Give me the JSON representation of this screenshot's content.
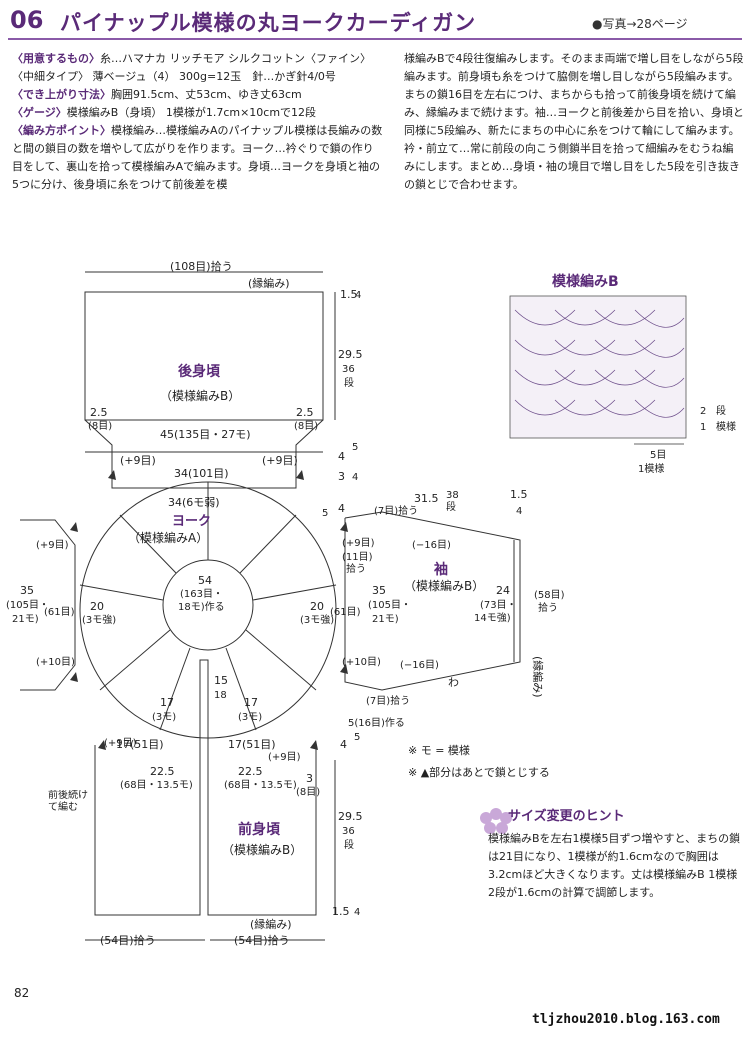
{
  "header": {
    "number": "06",
    "title": "パイナップル模様の丸ヨークカーディガン",
    "photo_ref": "●写真→28ページ"
  },
  "body_left": [
    {
      "label": "〈用意するもの〉",
      "text": "糸…ハマナカ リッチモア シルクコットン〈ファイン〉〈中細タイプ〉 薄ベージュ（4） 300g=12玉　針…かぎ針4/0号"
    },
    {
      "label": "〈でき上がり寸法〉",
      "text": "胸囲91.5cm、丈53cm、ゆき丈63cm"
    },
    {
      "label": "〈ゲージ〉",
      "text": "模様編みB（身頃） 1模様が1.7cm×10cmで12段"
    },
    {
      "label": "〈編み方ポイント〉",
      "text": "模様編み…模様編みAのパイナップル模様は長編みの数と間の鎖目の数を増やして広がりを作ります。ヨーク…衿ぐりで鎖の作り目をして、裏山を拾って模様編みAで編みます。身頃…ヨークを身頃と袖の5つに分け、後身頃に糸をつけて前後差を模"
    }
  ],
  "body_right": "様編みBで4段往復編みします。そのまま両端で増し目をしながら5段編みます。前身頃も糸をつけて脇側を増し目しながら5段編みます。まちの鎖16目を左右につけ、まちからも拾って前後身頃を続けて編み、縁編みまで続けます。袖…ヨークと前後差から目を拾い、身頃と同様に5段編み、新たにまちの中心に糸をつけて輪にして編みます。衿・前立て…常に前段の向こう側鎖半目を拾って細編みをむうね編みにします。まとめ…身頃・袖の境目で増し目をした5段を引き抜きの鎖とじで合わせます。",
  "diagram": {
    "back": {
      "name": "後身頃",
      "pattern": "（模様編みB）",
      "top_pick": "(108目)拾う",
      "edge": "(縁編み)",
      "h1": "1.5",
      "h1r": "4",
      "h2": "29.5",
      "h2r": "36",
      "dan": "段",
      "side": "2.5",
      "side_st": "(8目)",
      "mid": "45(135目・27モ)",
      "inc": "(+9目)",
      "bottom": "34(101目)",
      "r1": "4",
      "r1r": "5",
      "r2": "3",
      "r2r": "4"
    },
    "yoke": {
      "name": "ヨーク",
      "pattern": "（模様編みA）",
      "top": "34(6モ弱)",
      "neck": "54",
      "neck_st": "(163目・",
      "neck_mo": "18モ)作る",
      "front_w": "15",
      "front_st": "18",
      "left_seg": "17",
      "left_mo": "(3モ)",
      "side": "20",
      "side_mo": "(3モ強)",
      "sleeve_h": "35",
      "sleeve_st": "(105目・",
      "sleeve_mo": "21モ)",
      "sleeve_in": "(61目)",
      "inc9": "(+9目)",
      "inc10": "(+10目)"
    },
    "sleeve": {
      "name": "袖",
      "pattern": "（模様編みB）",
      "len": "31.5",
      "len_r": "38",
      "dan": "段",
      "end": "1.5",
      "end_r": "4",
      "mach": "(7目)拾う",
      "mach2": "(11目)",
      "pick": "拾う",
      "dec": "(−16目)",
      "w": "24",
      "w_st": "(73目・",
      "w_mo": "14モ強)",
      "cuff": "(58目)",
      "cuff_pick": "拾う",
      "edge": "(縁編み)",
      "wa": "わ",
      "h5": "5",
      "h4": "4"
    },
    "front": {
      "name": "前身頃",
      "pattern": "（模様編みB）",
      "w": "22.5",
      "w_st": "(68目・13.5モ)",
      "top": "17(51目)",
      "inc": "(+9目)",
      "pick": "(54目)拾う",
      "edge": "(縁編み)",
      "h1": "29.5",
      "h1r": "36",
      "h2": "1.5",
      "h2r": "4",
      "r3": "3",
      "r3r": "(8目)",
      "cont": "前後続けて編む",
      "make": "5(16目)作る"
    },
    "patternB": {
      "title": "模様編みB",
      "rows2": "2",
      "rows1": "1",
      "dan": "段",
      "mo": "模様",
      "st5": "5目",
      "mo1": "1模様"
    }
  },
  "notes": [
    "※ モ = 模様",
    "※ ▲部分はあとで鎖とじする"
  ],
  "tip": {
    "title": "サイズ変更のヒント",
    "text": "模様編みBを左右1模様5目ずつ増やすと、まちの鎖は21目になり、1模様が約1.6cmなので胸囲は3.2cmほど大きくなります。丈は模様編みB 1模様2段が1.6cmの計算で調節します。"
  },
  "page_number": "82",
  "watermark": "tljzhou2010.blog.163.com",
  "colors": {
    "accent": "#5a2a78",
    "line": "#333333",
    "tip_icon": "#c9a8d8"
  }
}
